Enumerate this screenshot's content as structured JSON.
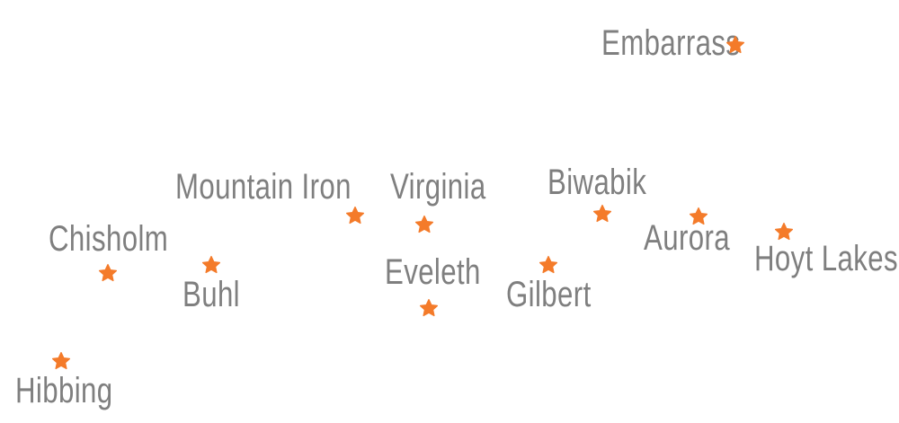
{
  "colors": {
    "marker": "#F47B2A",
    "label": "#7F7F7F",
    "background": "#FFFFFF"
  },
  "marker_icon": "star-icon",
  "places": [
    {
      "id": "embarrass",
      "name": "Embarrass"
    },
    {
      "id": "mountain-iron",
      "name": "Mountain Iron"
    },
    {
      "id": "virginia",
      "name": "Virginia"
    },
    {
      "id": "biwabik",
      "name": "Biwabik"
    },
    {
      "id": "chisholm",
      "name": "Chisholm"
    },
    {
      "id": "aurora",
      "name": "Aurora"
    },
    {
      "id": "hoyt-lakes",
      "name": "Hoyt Lakes"
    },
    {
      "id": "buhl",
      "name": "Buhl"
    },
    {
      "id": "eveleth",
      "name": "Eveleth"
    },
    {
      "id": "gilbert",
      "name": "Gilbert"
    },
    {
      "id": "hibbing",
      "name": "Hibbing"
    }
  ]
}
